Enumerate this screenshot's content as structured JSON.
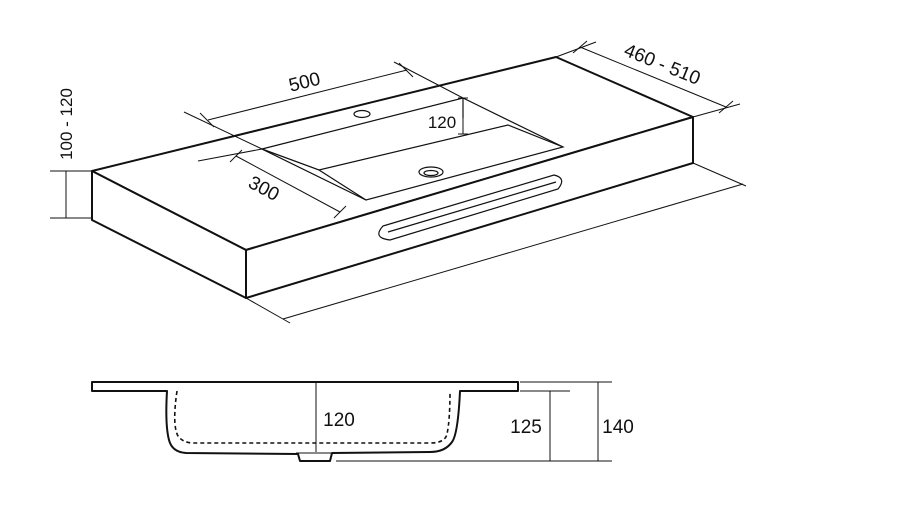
{
  "dimensions": {
    "width": "500",
    "depth": "460 - 510",
    "bowl_depth": "120",
    "bowl_front": "300",
    "thickness": "100 - 120",
    "section_inner_depth": "120",
    "section_bowl_height": "125",
    "section_total_height": "140"
  },
  "colors": {
    "line": "#111111",
    "background": "#ffffff"
  }
}
